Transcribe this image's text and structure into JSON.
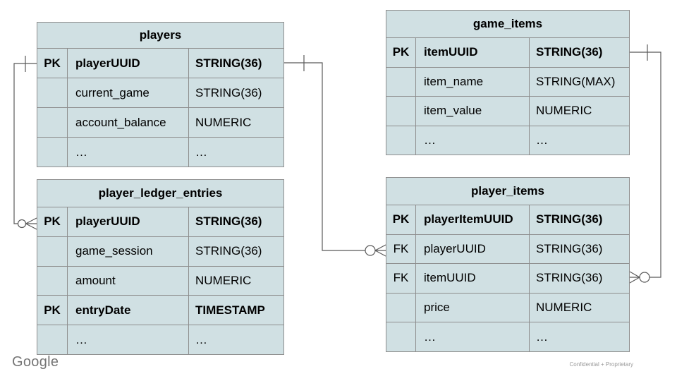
{
  "tables": {
    "players": {
      "title": "players",
      "rows": [
        {
          "key": "PK",
          "name": "playerUUID",
          "type": "STRING(36)",
          "bold": true
        },
        {
          "key": "",
          "name": "current_game",
          "type": "STRING(36)",
          "bold": false
        },
        {
          "key": "",
          "name": "account_balance",
          "type": "NUMERIC",
          "bold": false
        },
        {
          "key": "",
          "name": "…",
          "type": "…",
          "bold": false
        }
      ]
    },
    "game_items": {
      "title": "game_items",
      "rows": [
        {
          "key": "PK",
          "name": "itemUUID",
          "type": "STRING(36)",
          "bold": true
        },
        {
          "key": "",
          "name": "item_name",
          "type": "STRING(MAX)",
          "bold": false
        },
        {
          "key": "",
          "name": "item_value",
          "type": "NUMERIC",
          "bold": false
        },
        {
          "key": "",
          "name": "…",
          "type": "…",
          "bold": false
        }
      ]
    },
    "player_ledger_entries": {
      "title": "player_ledger_entries",
      "rows": [
        {
          "key": "PK",
          "name": "playerUUID",
          "type": "STRING(36)",
          "bold": true
        },
        {
          "key": "",
          "name": "game_session",
          "type": "STRING(36)",
          "bold": false
        },
        {
          "key": "",
          "name": "amount",
          "type": "NUMERIC",
          "bold": false
        },
        {
          "key": "PK",
          "name": "entryDate",
          "type": "TIMESTAMP",
          "bold": true
        },
        {
          "key": "",
          "name": "…",
          "type": "…",
          "bold": false
        }
      ]
    },
    "player_items": {
      "title": "player_items",
      "rows": [
        {
          "key": "PK",
          "name": "playerItemUUID",
          "type": "STRING(36)",
          "bold": true
        },
        {
          "key": "FK",
          "name": "playerUUID",
          "type": "STRING(36)",
          "bold": false
        },
        {
          "key": "FK",
          "name": "itemUUID",
          "type": "STRING(36)",
          "bold": false
        },
        {
          "key": "",
          "name": "price",
          "type": "NUMERIC",
          "bold": false
        },
        {
          "key": "",
          "name": "…",
          "type": "…",
          "bold": false
        }
      ]
    }
  },
  "relationships": [
    {
      "from_table": "players",
      "from_column": "playerUUID",
      "from_cardinality": "one",
      "to_table": "player_ledger_entries",
      "to_column": "playerUUID",
      "to_cardinality": "zero-or-many"
    },
    {
      "from_table": "players",
      "from_column": "playerUUID",
      "from_cardinality": "one",
      "to_table": "player_items",
      "to_column": "playerUUID",
      "to_cardinality": "zero-or-many"
    },
    {
      "from_table": "game_items",
      "from_column": "itemUUID",
      "from_cardinality": "one",
      "to_table": "player_items",
      "to_column": "itemUUID",
      "to_cardinality": "zero-or-many"
    }
  ],
  "footer": {
    "logo_text": "Google",
    "note": "Confidential + Proprietary"
  },
  "colors": {
    "table_fill": "#d0e0e3",
    "table_border": "#8e8e8e",
    "connector": "#595959",
    "logo_gray": "#757575",
    "note_gray": "#999999"
  }
}
